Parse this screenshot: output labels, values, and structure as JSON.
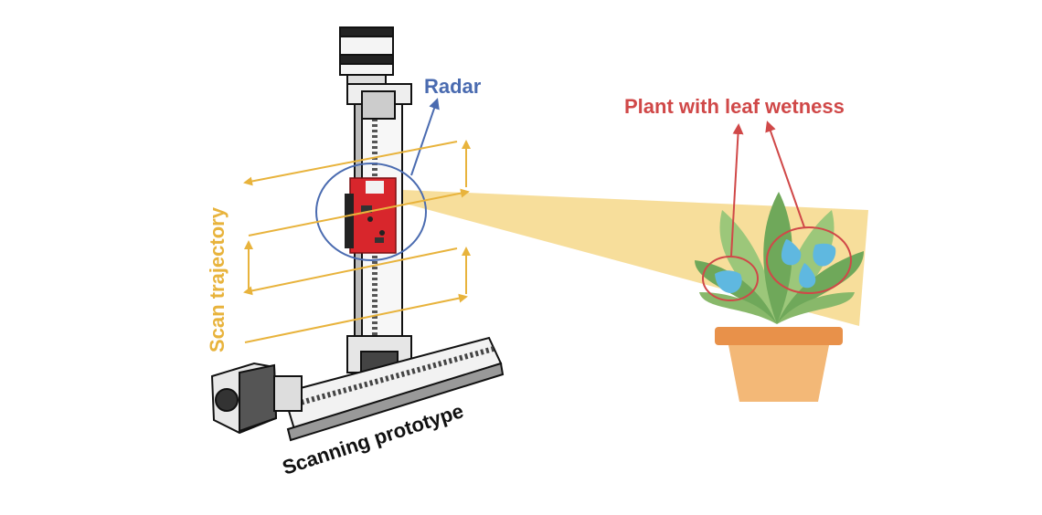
{
  "labels": {
    "radar": "Radar",
    "plant": "Plant with leaf wetness",
    "scan_trajectory": "Scan trajectory",
    "scanning_prototype": "Scanning prototype"
  },
  "colors": {
    "radar_label": "#4a6bb0",
    "plant_label": "#d04848",
    "scan_label": "#e8b33c",
    "trajectory_arrow": "#e8b33c",
    "beam": "#f4d37a",
    "radar_board": "#d8262c",
    "leaf_dark": "#6fa85a",
    "leaf_light": "#9cc77a",
    "pot_rim": "#e8914a",
    "pot_body": "#f3b877",
    "droplet": "#5fb8e0",
    "highlight_circle": "#d04848",
    "radar_circle": "#4a6bb0"
  },
  "icons": [
    "stepper-motor-icon",
    "linear-rail-icon",
    "radar-board-icon",
    "potted-plant-icon",
    "water-droplet-icon"
  ]
}
